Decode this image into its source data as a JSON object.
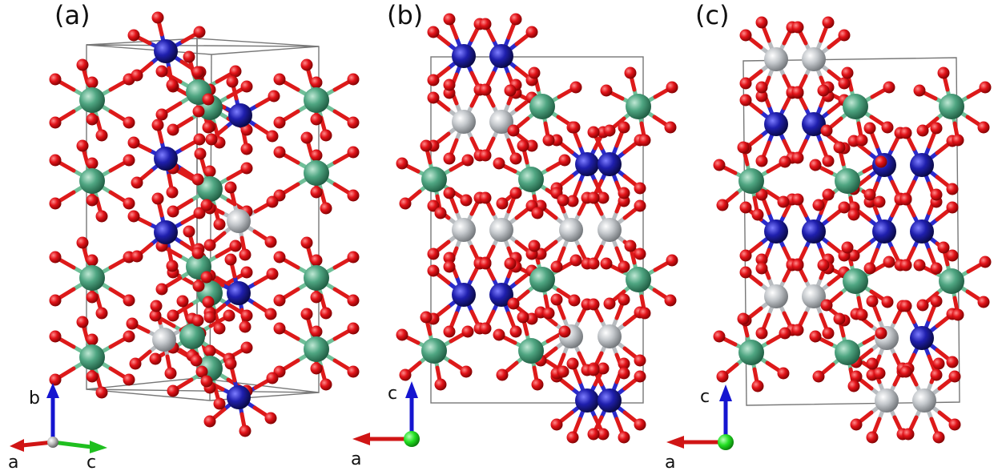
{
  "panels": [
    {
      "label": "(a)",
      "axes": {
        "vertical": "b",
        "left": "a",
        "right": "c"
      }
    },
    {
      "label": "(b)",
      "axes": {
        "vertical": "c",
        "left": "a"
      }
    },
    {
      "label": "(c)",
      "axes": {
        "vertical": "c",
        "left": "a"
      }
    }
  ],
  "atom_colors": {
    "red_O": "#e3141a",
    "green": "#4fa682",
    "blue": "#1f1fae",
    "gray": "#c4c8cc"
  }
}
